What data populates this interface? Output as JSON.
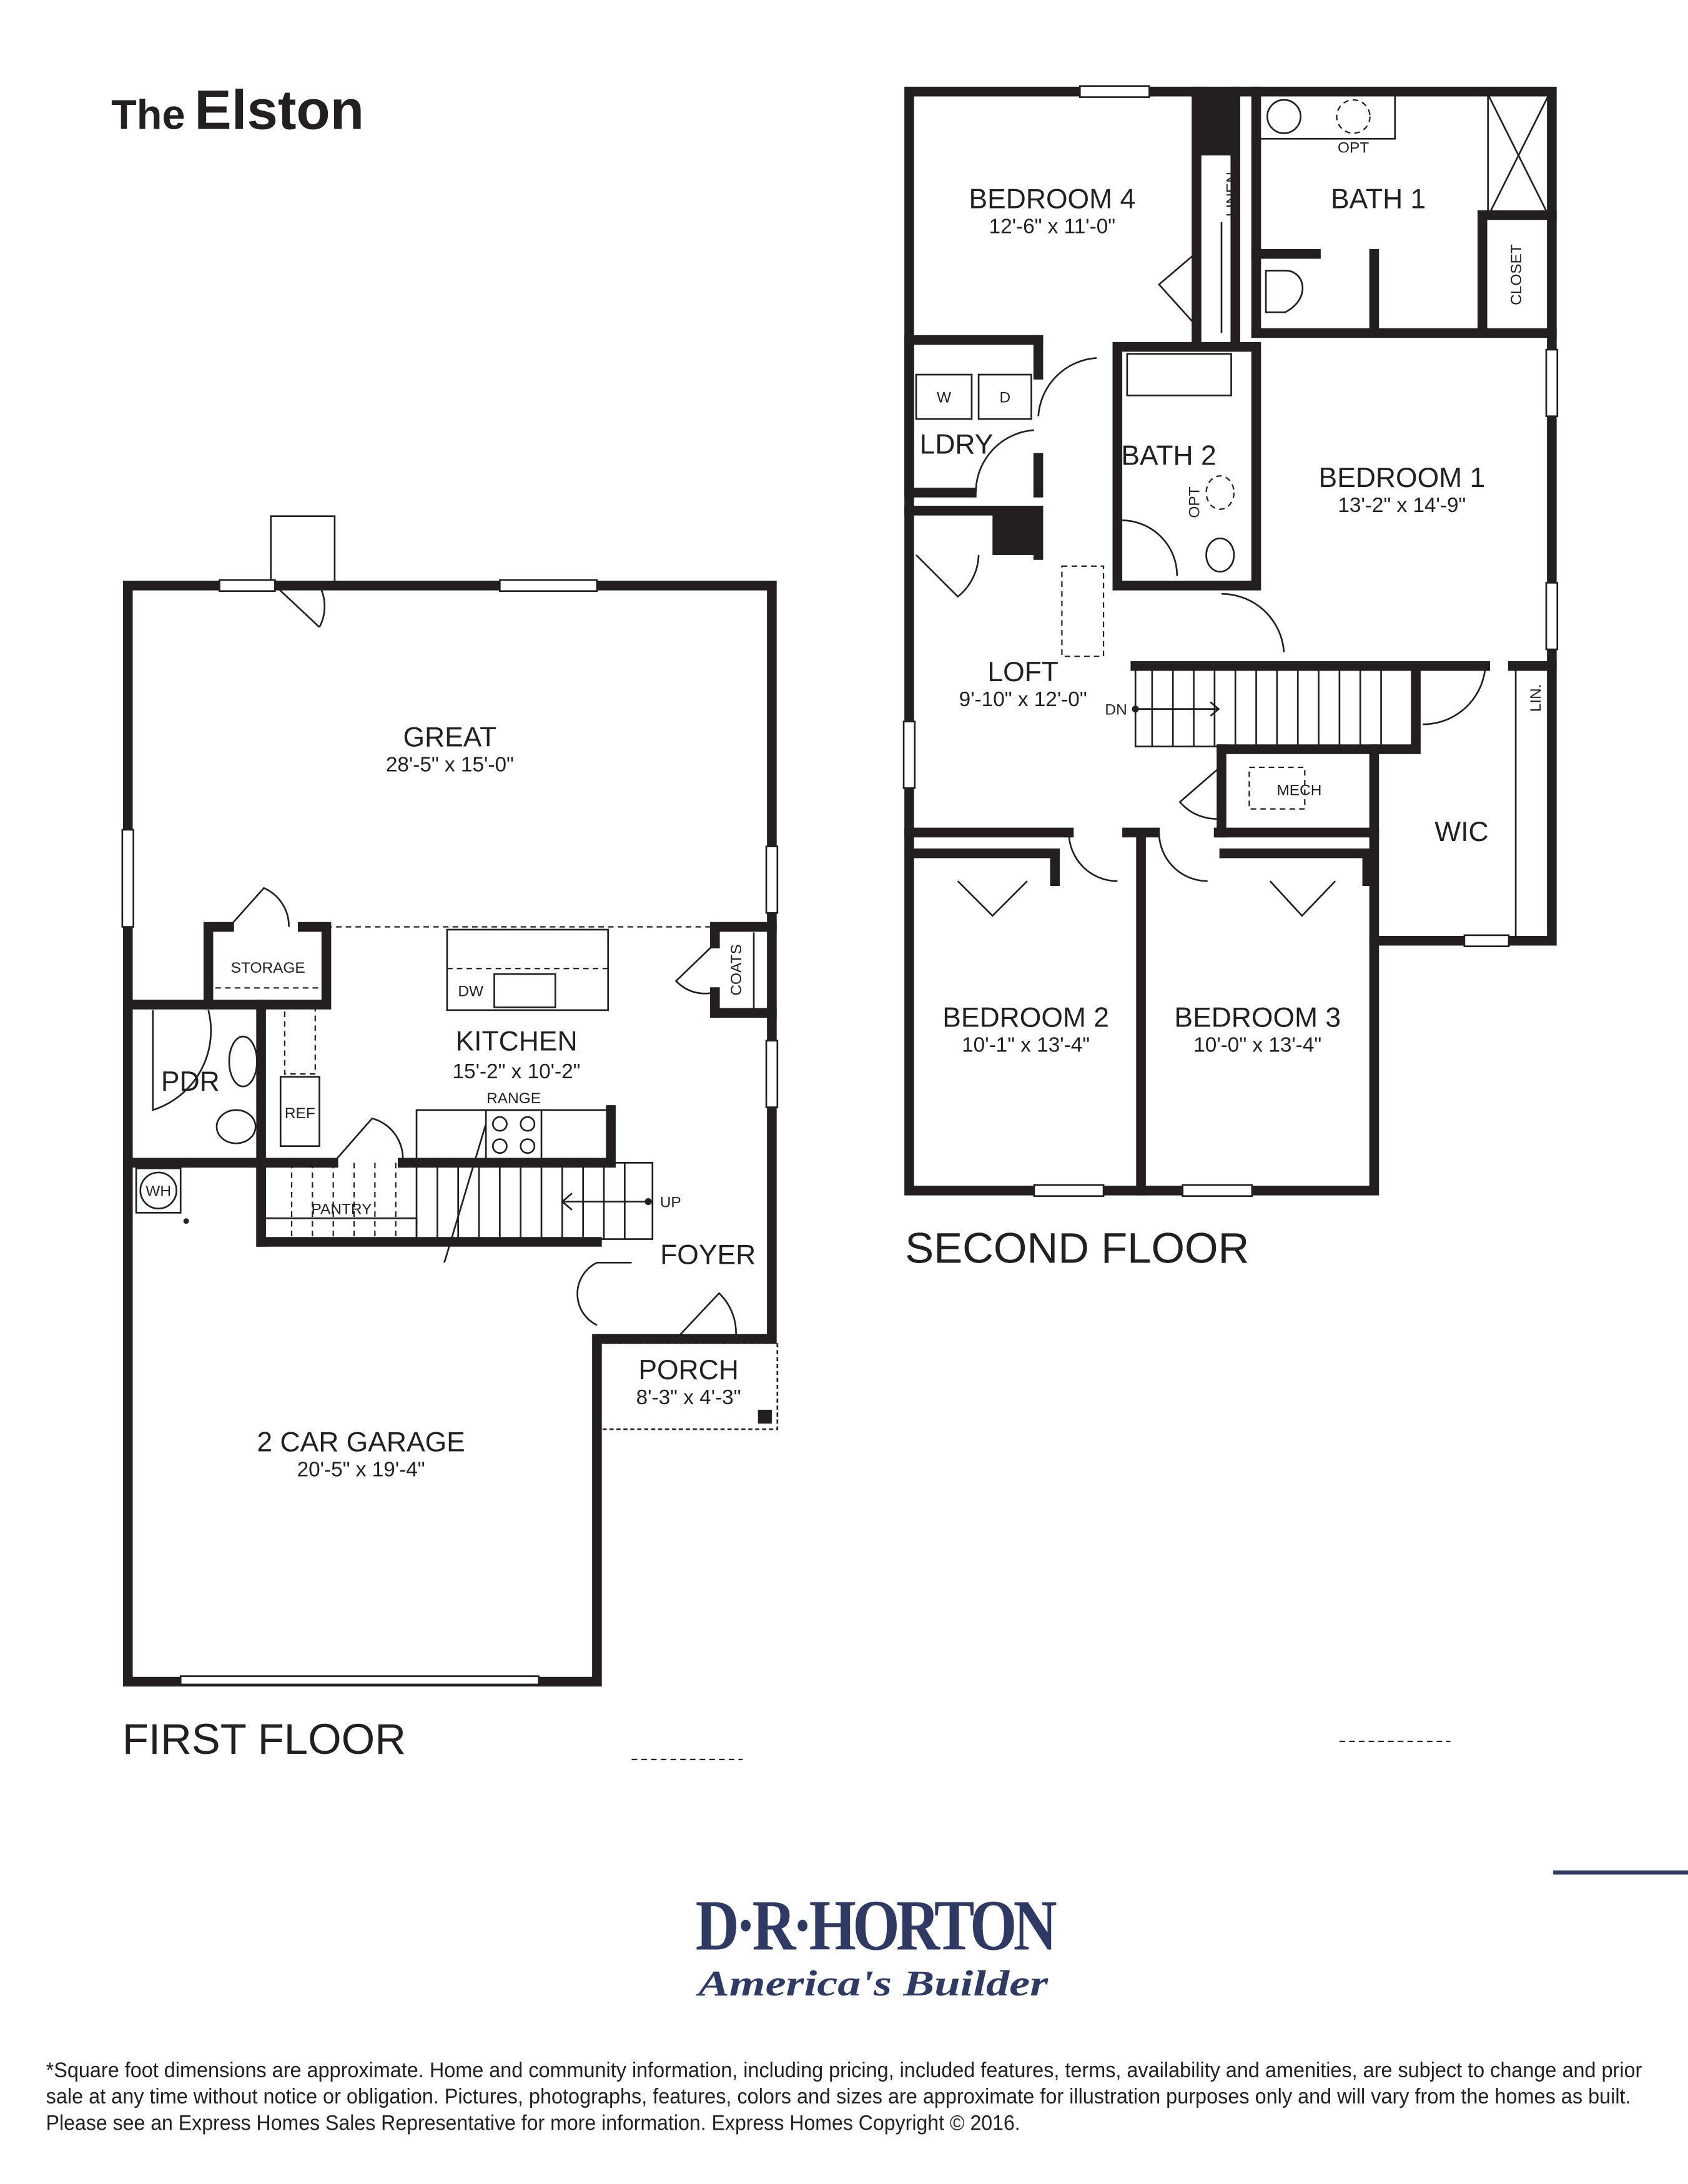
{
  "title": {
    "prefix": "The",
    "name": "Elston"
  },
  "first_floor": {
    "label": "FIRST FLOOR",
    "rooms": {
      "great": {
        "name": "GREAT",
        "dims": "28'-5\" x 15'-0\""
      },
      "kitchen": {
        "name": "KITCHEN",
        "dims": "15'-2\" x 10'-2\""
      },
      "garage": {
        "name": "2 CAR GARAGE",
        "dims": "20'-5\" x 19'-4\""
      },
      "porch": {
        "name": "PORCH",
        "dims": "8'-3\" x 4'-3\""
      },
      "foyer": {
        "name": "FOYER"
      },
      "pdr": {
        "name": "PDR"
      }
    },
    "labels": {
      "storage": "STORAGE",
      "coats": "COATS",
      "dw": "DW",
      "range": "RANGE",
      "ref": "REF",
      "pantry": "PANTRY",
      "wh": "WH",
      "up": "UP"
    }
  },
  "second_floor": {
    "label": "SECOND FLOOR",
    "rooms": {
      "bedroom4": {
        "name": "BEDROOM 4",
        "dims": "12'-6\" x 11'-0\""
      },
      "bath1": {
        "name": "BATH 1"
      },
      "bath2": {
        "name": "BATH 2"
      },
      "ldry": {
        "name": "LDRY"
      },
      "bedroom1": {
        "name": "BEDROOM 1",
        "dims": "13'-2\" x 14'-9\""
      },
      "loft": {
        "name": "LOFT",
        "dims": "9'-10\" x 12'-0\""
      },
      "wic": {
        "name": "WIC"
      },
      "bedroom2": {
        "name": "BEDROOM 2",
        "dims": "10'-1\" x 13'-4\""
      },
      "bedroom3": {
        "name": "BEDROOM 3",
        "dims": "10'-0\" x 13'-4\""
      }
    },
    "labels": {
      "linen": "LINEN",
      "opt": "OPT",
      "closet": "CLOSET",
      "w": "W",
      "d": "D",
      "mech": "MECH",
      "lin": "LIN.",
      "dn": "DN"
    }
  },
  "logo": {
    "brand": "D·R·HORTON",
    "tagline": "America's Builder",
    "color": "#2e3a63"
  },
  "disclaimer": [
    "*Square foot dimensions are approximate. Home and community information, including pricing, included features, terms, availability and amenities, are subject to change and prior",
    "sale at any time without notice or obligation. Pictures, photographs, features, colors and sizes are approximate for illustration purposes only and will vary from the homes as built.",
    "Please see an Express Homes Sales Representative for more information. Express Homes Copyright © 2016."
  ]
}
